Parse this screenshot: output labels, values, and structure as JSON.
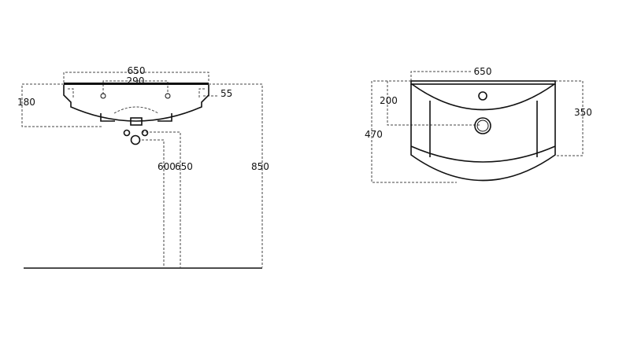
{
  "side_view": {
    "width_label": "650",
    "tap_spacing_label": "290",
    "depth_label": "180",
    "rim_offset_label": "55",
    "height_label": "850",
    "pipe_heights_label_a": "600",
    "pipe_heights_label_b": "650"
  },
  "top_view": {
    "width_label": "650",
    "drain_offset_label": "200",
    "side_depth_label": "350",
    "total_depth_label": "470"
  }
}
